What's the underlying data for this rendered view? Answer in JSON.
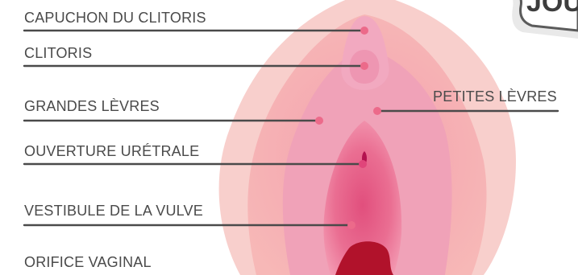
{
  "colors": {
    "background": "#ffffff",
    "label_text": "#4a4a4a",
    "leader_line": "#4a4a4a",
    "outer_skin": "#f6c2c0",
    "outer_lips": "#f4a6b0",
    "inner_lips": "#ee93ad",
    "vestibule": "#ea6e92",
    "opening": "#b1122b",
    "marker": "#ec6a8a"
  },
  "labels": {
    "clitoral_hood": "CAPUCHON DU CLITORIS",
    "clitoris": "CLITORIS",
    "labia_majora": "GRANDES LÈVRES",
    "labia_minora": "PETITES LÈVRES",
    "urethral_opening": "OUVERTURE URÉTRALE",
    "vestibule": "VESTIBULE DE LA VULVE",
    "vaginal_orifice": "ORIFICE VAGINAL"
  },
  "corner_badge": {
    "text": "JOUR",
    "icon": "speech-bubble-icon"
  }
}
